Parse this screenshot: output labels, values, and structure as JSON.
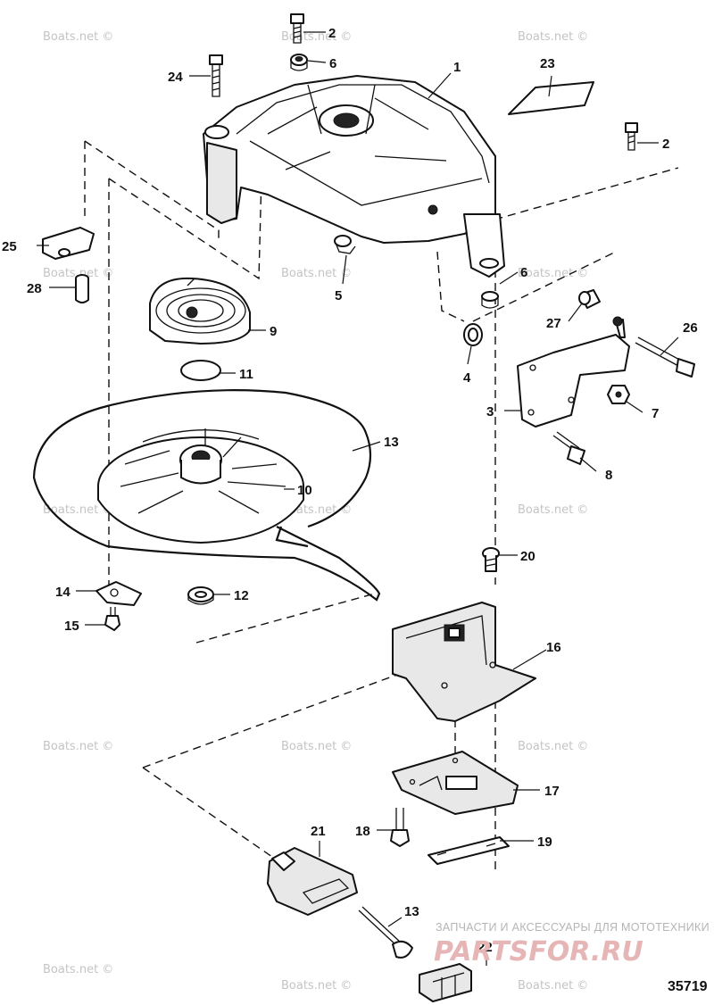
{
  "watermark": "Boats.net ©",
  "callouts": [
    "1",
    "2",
    "2",
    "3",
    "4",
    "5",
    "6",
    "6",
    "7",
    "8",
    "9",
    "10",
    "11",
    "12",
    "13",
    "13",
    "14",
    "15",
    "16",
    "17",
    "18",
    "19",
    "20",
    "21",
    "22",
    "23",
    "24",
    "25",
    "26",
    "27",
    "28"
  ],
  "shop_banner": {
    "line1": "ЗАПЧАСТИ И АКСЕССУАРЫ ДЛЯ МОТОТЕХНИКИ",
    "line2": "PARTSFOR.RU"
  },
  "doc_number": "35719"
}
